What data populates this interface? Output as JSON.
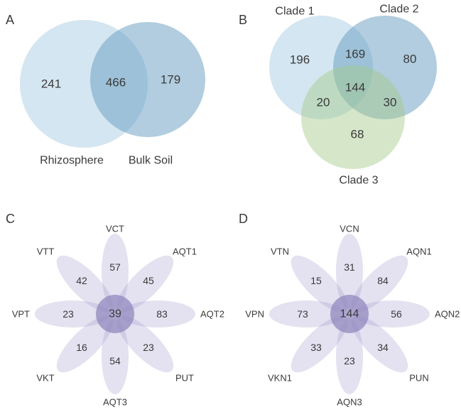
{
  "colors": {
    "venn_pale_blue": "rgba(176,209,230,0.55)",
    "venn_blue": "rgba(99,156,192,0.50)",
    "venn_green": "rgba(163,201,136,0.45)",
    "petal": "rgba(164,155,204,0.30)",
    "flower_center": "rgba(146,136,191,0.75)",
    "text": "#3a3a3a"
  },
  "chart_data": [
    {
      "panel": "A",
      "type": "venn",
      "sets": [
        "Rhizosphere",
        "Bulk Soil"
      ],
      "regions": {
        "left_only": "241",
        "intersection": "466",
        "right_only": "179"
      }
    },
    {
      "panel": "B",
      "type": "venn",
      "sets": [
        "Clade 1",
        "Clade 2",
        "Clade 3"
      ],
      "regions": {
        "clade1_only": "196",
        "clade1_clade2": "169",
        "clade2_only": "80",
        "clade1_clade2_clade3": "144",
        "clade1_clade3": "20",
        "clade2_clade3": "30",
        "clade3_only": "68"
      }
    },
    {
      "panel": "C",
      "type": "flower",
      "core_value": "39",
      "petals": [
        {
          "label": "VCT",
          "value": "57"
        },
        {
          "label": "AQT1",
          "value": "45"
        },
        {
          "label": "AQT2",
          "value": "83"
        },
        {
          "label": "PUT",
          "value": "23"
        },
        {
          "label": "AQT3",
          "value": "54"
        },
        {
          "label": "VKT",
          "value": "16"
        },
        {
          "label": "VPT",
          "value": "23"
        },
        {
          "label": "VTT",
          "value": "42"
        }
      ]
    },
    {
      "panel": "D",
      "type": "flower",
      "core_value": "144",
      "petals": [
        {
          "label": "VCN",
          "value": "31"
        },
        {
          "label": "AQN1",
          "value": "84"
        },
        {
          "label": "AQN2",
          "value": "56"
        },
        {
          "label": "PUN",
          "value": "34"
        },
        {
          "label": "AQN3",
          "value": "23"
        },
        {
          "label": "VKN1",
          "value": "33"
        },
        {
          "label": "VPN",
          "value": "73"
        },
        {
          "label": "VTN",
          "value": "15"
        }
      ]
    }
  ]
}
